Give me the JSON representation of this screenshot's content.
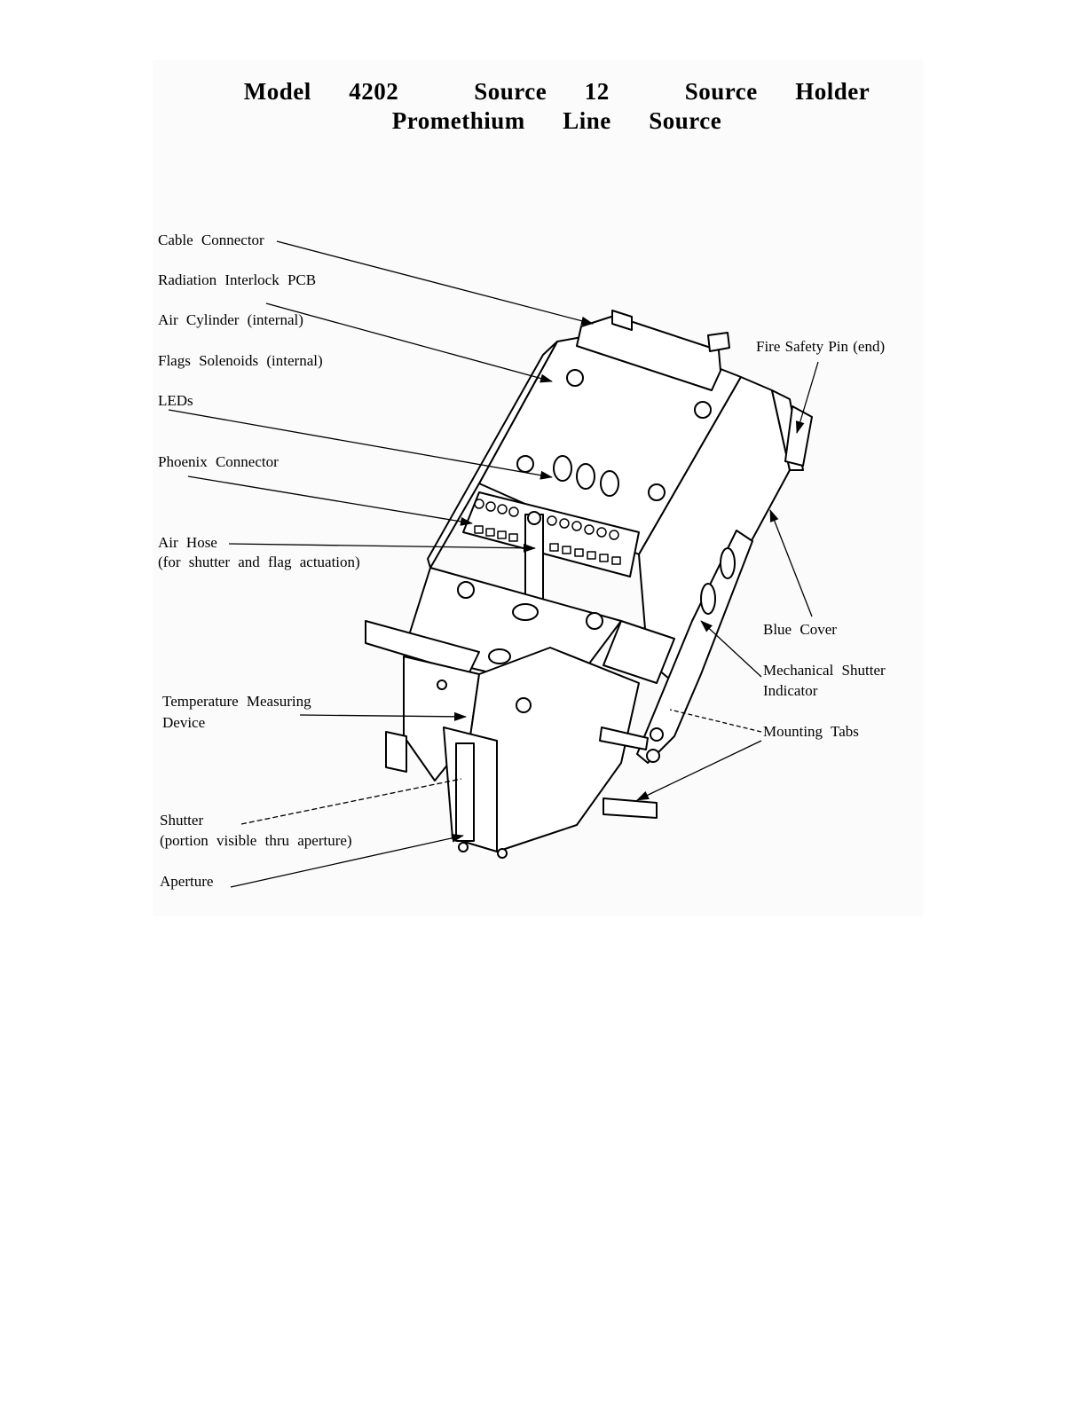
{
  "title": {
    "line1": "Model  4202    Source  12    Source  Holder",
    "line2": "Promethium  Line  Source"
  },
  "labels": {
    "cable_connector": "Cable  Connector",
    "radiation_interlock_pcb": "Radiation  Interlock  PCB",
    "air_cylinder": "Air  Cylinder  (internal)",
    "flags_solenoids": "Flags  Solenoids  (internal)",
    "leds": "LEDs",
    "phoenix_connector": "Phoenix  Connector",
    "air_hose": "Air  Hose",
    "air_hose_note": "(for  shutter  and  flag  actuation)",
    "temperature_device_1": "Temperature  Measuring",
    "temperature_device_2": "Device",
    "shutter": "Shutter",
    "shutter_note": "(portion  visible  thru  aperture)",
    "aperture": "Aperture",
    "fire_safety_pin": "Fire Safety Pin (end)",
    "blue_cover": "Blue  Cover",
    "mechanical_shutter_1": "Mechanical  Shutter",
    "mechanical_shutter_2": "Indicator",
    "mounting_tabs": "Mounting  Tabs"
  }
}
